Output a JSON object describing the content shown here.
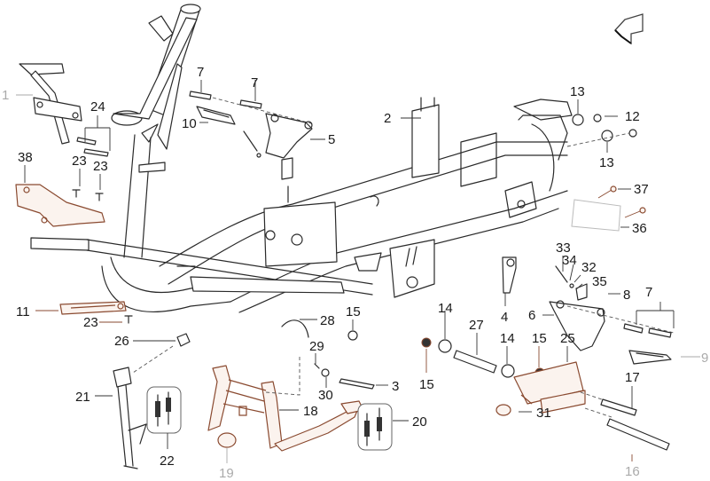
{
  "diagram": {
    "title": "Frame - exploded parts view",
    "orientation_icon": "front-direction-arrow-icon",
    "colors": {
      "line": "#2a2a2a",
      "highlight": "#8a4a30",
      "faint_label": "#aaaaaa"
    },
    "callouts": [
      {
        "id": "c1",
        "label": "1",
        "part": "front-bracket",
        "style": "faint"
      },
      {
        "id": "c2",
        "label": "2",
        "part": "frame"
      },
      {
        "id": "c3",
        "label": "3",
        "part": "center-stand-pin"
      },
      {
        "id": "c4",
        "label": "4",
        "part": "clamp-bracket"
      },
      {
        "id": "c5",
        "label": "5",
        "part": "left-footrest-bracket"
      },
      {
        "id": "c6",
        "label": "6",
        "part": "right-footrest-bracket"
      },
      {
        "id": "c7a",
        "label": "7",
        "part": "screw"
      },
      {
        "id": "c7b",
        "label": "7",
        "part": "screw"
      },
      {
        "id": "c7c",
        "label": "7",
        "part": "screw-pair"
      },
      {
        "id": "c8",
        "label": "8",
        "part": "plate"
      },
      {
        "id": "c9",
        "label": "9",
        "part": "right-footrest",
        "style": "faint"
      },
      {
        "id": "c10",
        "label": "10",
        "part": "left-footrest"
      },
      {
        "id": "c11",
        "label": "11",
        "part": "plate-slot"
      },
      {
        "id": "c12",
        "label": "12",
        "part": "nut"
      },
      {
        "id": "c13a",
        "label": "13",
        "part": "bushing"
      },
      {
        "id": "c13b",
        "label": "13",
        "part": "bushing"
      },
      {
        "id": "c14a",
        "label": "14",
        "part": "silent-block"
      },
      {
        "id": "c14b",
        "label": "14",
        "part": "silent-block"
      },
      {
        "id": "c15a",
        "label": "15",
        "part": "nut"
      },
      {
        "id": "c15b",
        "label": "15",
        "part": "nut"
      },
      {
        "id": "c15c",
        "label": "15",
        "part": "nut"
      },
      {
        "id": "c16",
        "label": "16",
        "part": "long-bolt",
        "style": "faint"
      },
      {
        "id": "c17",
        "label": "17",
        "part": "bolt"
      },
      {
        "id": "c18",
        "label": "18",
        "part": "center-stand"
      },
      {
        "id": "c19",
        "label": "19",
        "part": "rubber-pad",
        "style": "faint"
      },
      {
        "id": "c20",
        "label": "20",
        "part": "stand-spring-kit"
      },
      {
        "id": "c21",
        "label": "21",
        "part": "side-stand"
      },
      {
        "id": "c22",
        "label": "22",
        "part": "side-stand-spring-kit"
      },
      {
        "id": "c23a",
        "label": "23",
        "part": "screw"
      },
      {
        "id": "c23b",
        "label": "23",
        "part": "screw"
      },
      {
        "id": "c23c",
        "label": "23",
        "part": "screw"
      },
      {
        "id": "c24",
        "label": "24",
        "part": "screw-pair"
      },
      {
        "id": "c25",
        "label": "25",
        "part": "engine-swing-arm"
      },
      {
        "id": "c26",
        "label": "26",
        "part": "side-stand-bolt"
      },
      {
        "id": "c27",
        "label": "27",
        "part": "spacer-tube"
      },
      {
        "id": "c28",
        "label": "28",
        "part": "clip"
      },
      {
        "id": "c29",
        "label": "29",
        "part": "cotter-pin"
      },
      {
        "id": "c30",
        "label": "30",
        "part": "washer"
      },
      {
        "id": "c31",
        "label": "31",
        "part": "bushing"
      },
      {
        "id": "c32",
        "label": "32",
        "part": "ball"
      },
      {
        "id": "c33",
        "label": "33",
        "part": "pin"
      },
      {
        "id": "c34",
        "label": "34",
        "part": "spring"
      },
      {
        "id": "c35",
        "label": "35",
        "part": "circlip"
      },
      {
        "id": "c36",
        "label": "36",
        "part": "vin-plate",
        "style": "faint-part"
      },
      {
        "id": "c37",
        "label": "37",
        "part": "rivet"
      },
      {
        "id": "c38",
        "label": "38",
        "part": "bracket"
      }
    ]
  }
}
